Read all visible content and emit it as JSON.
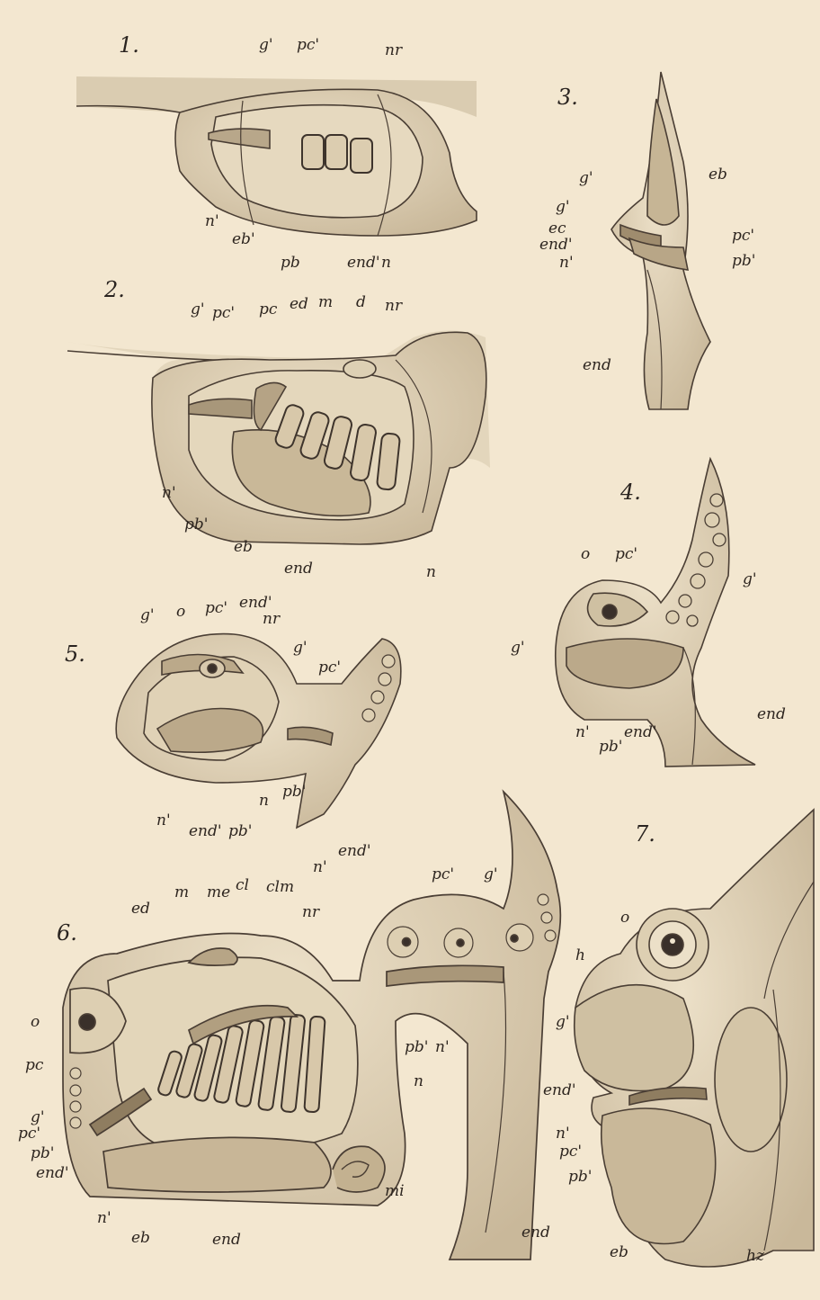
{
  "colors": {
    "paper": "#f3e7d0",
    "ink": "#3a302a",
    "shade": "#b8a98f",
    "tissue": "#d6c8ad"
  },
  "figures": [
    {
      "number": "1.",
      "labels": [
        "g'",
        "pc'",
        "nr",
        "n'",
        "eb'",
        "pb",
        "end'",
        "n"
      ]
    },
    {
      "number": "2.",
      "labels": [
        "g'",
        "pc'",
        "pc",
        "ed",
        "m",
        "d",
        "nr",
        "n'",
        "pb'",
        "eb",
        "end",
        "n"
      ]
    },
    {
      "number": "3.",
      "labels": [
        "g'",
        "eb",
        "g'",
        "ec",
        "end'",
        "n'",
        "pc'",
        "pb'",
        "end"
      ]
    },
    {
      "number": "4.",
      "labels": [
        "o",
        "pc'",
        "g'",
        "g'",
        "n'",
        "pb'",
        "end'",
        "end"
      ]
    },
    {
      "number": "5.",
      "labels": [
        "g'",
        "o",
        "pc'",
        "end'",
        "nr",
        "g'",
        "pc'",
        "n'",
        "end'",
        "pb'",
        "n",
        "pb'",
        "n'",
        "end'"
      ]
    },
    {
      "number": "6.",
      "labels": [
        "m",
        "me",
        "cl",
        "clm",
        "nr",
        "pc'",
        "g'",
        "ed",
        "o",
        "pc",
        "g'",
        "pc'",
        "pb'",
        "end'",
        "n'",
        "eb",
        "end",
        "pb'",
        "n'",
        "n",
        "end'",
        "mi",
        "end"
      ]
    },
    {
      "number": "7.",
      "labels": [
        "o",
        "h",
        "g'",
        "n'",
        "pc'",
        "pb'",
        "eb",
        "hz"
      ]
    }
  ]
}
